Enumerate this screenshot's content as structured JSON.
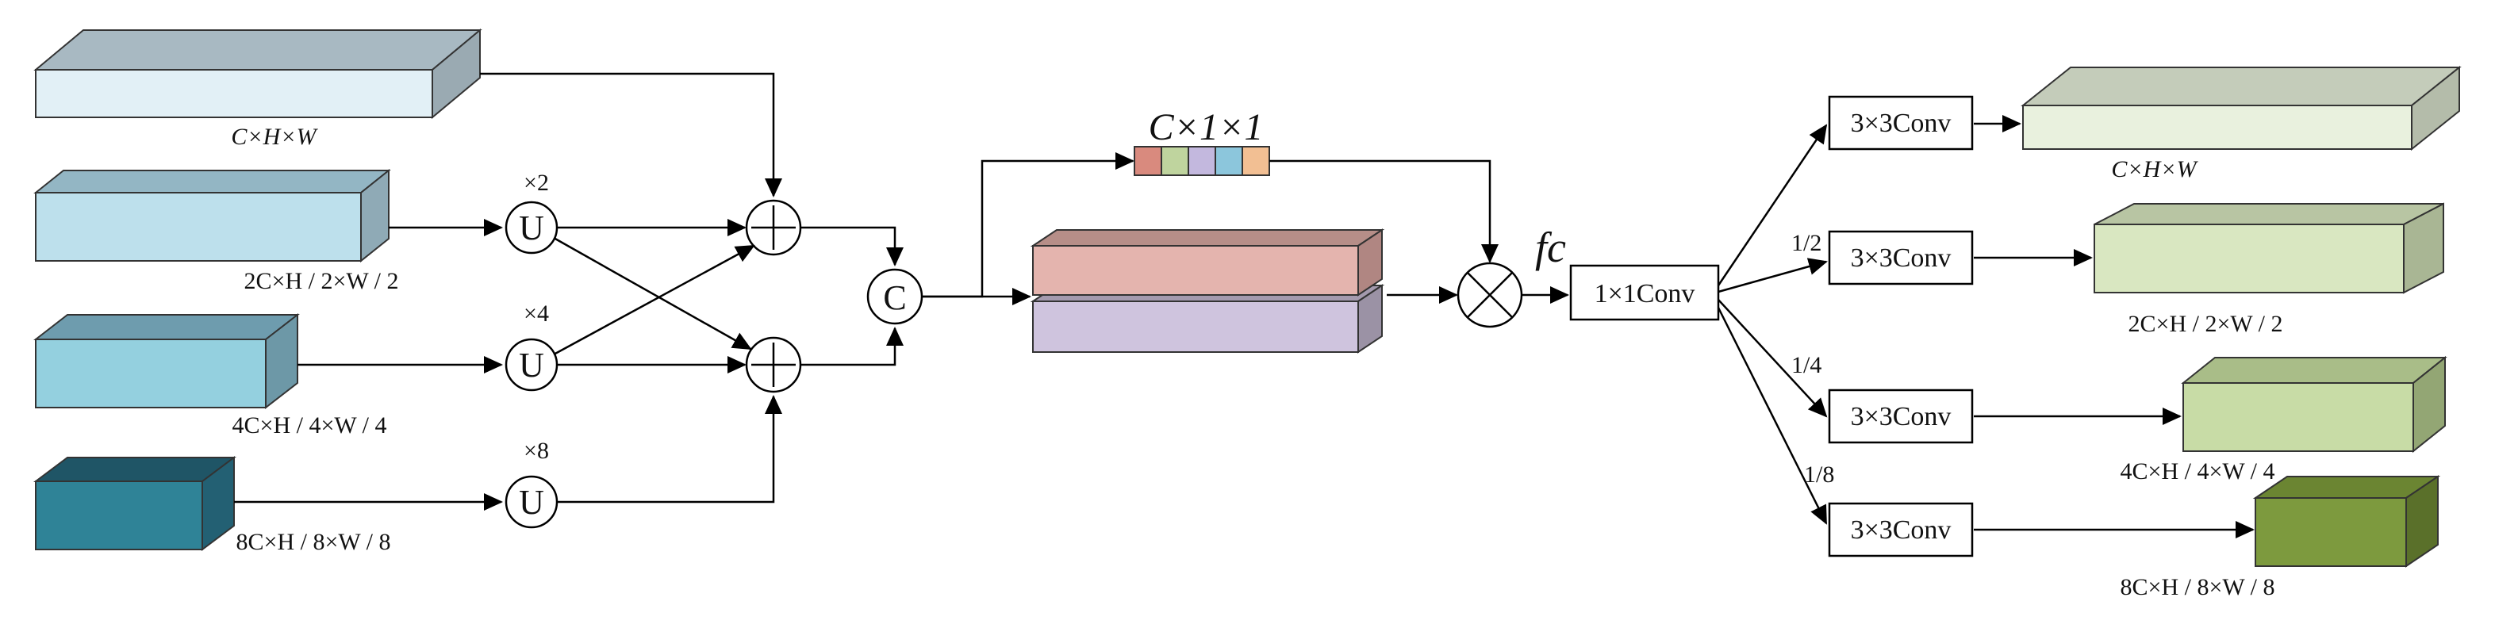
{
  "input_features": [
    {
      "label": "C×H×W",
      "color_top": "#a8b9c2",
      "color_front": "#e2f0f6",
      "color_side": "#9aaab2"
    },
    {
      "label": "2C×H / 2×W / 2",
      "color_top": "#93b6c4",
      "color_front": "#bde0ec",
      "color_side": "#8faab6"
    },
    {
      "label": "4C×H / 4×W / 4",
      "color_top": "#6e9cae",
      "color_front": "#94d0df",
      "color_side": "#6d98a7"
    },
    {
      "label": "8C×H / 8×W / 8",
      "color_top": "#1f5566",
      "color_front": "#2f8397",
      "color_side": "#236073"
    }
  ],
  "upsample_ops": [
    {
      "symbol": "U",
      "factor": "×2"
    },
    {
      "symbol": "U",
      "factor": "×4"
    },
    {
      "symbol": "U",
      "factor": "×8"
    }
  ],
  "concat_symbol": "C",
  "channel_vector_label": "C×1×1",
  "channel_vector_colors": [
    "#d98a7e",
    "#bfd49e",
    "#c3b8de",
    "#8cc6dc",
    "#f2bf93"
  ],
  "fc_label": "fc",
  "stacked_feature_colors": {
    "top": "#e4b4ae",
    "bottom": "#cfc4de"
  },
  "conv1x1_label": "1×1Conv",
  "branches": [
    {
      "scale": "",
      "conv_label": "3×3Conv",
      "output_label": "C×H×W",
      "color_front": "#e9f1de",
      "color_top": "#c4ccba",
      "color_side": "#b4bcaa"
    },
    {
      "scale": "1/2",
      "conv_label": "3×3Conv",
      "output_label": "2C×H / 2×W / 2",
      "color_front": "#d9e7c1",
      "color_top": "#b8c5a3",
      "color_side": "#a9b694"
    },
    {
      "scale": "1/4",
      "conv_label": "3×3Conv",
      "output_label": "4C×H / 4×W / 4",
      "color_front": "#c8dca6",
      "color_top": "#a9bd88",
      "color_side": "#93a674"
    },
    {
      "scale": "1/8",
      "conv_label": "3×3Conv",
      "output_label": "8C×H / 8×W / 8",
      "color_front": "#7d9a3e",
      "color_top": "#6b8532",
      "color_side": "#5a702a"
    }
  ]
}
